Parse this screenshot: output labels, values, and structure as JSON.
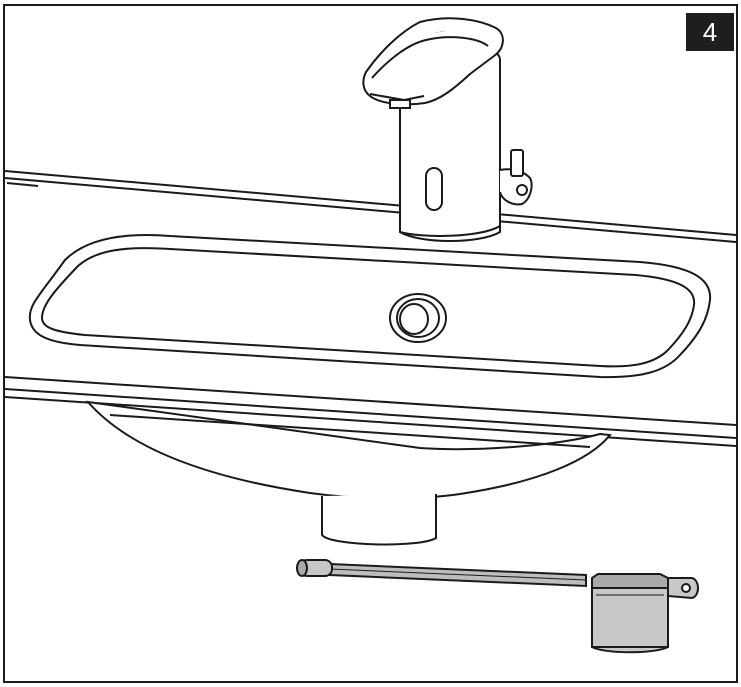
{
  "step": {
    "number": "4"
  },
  "colors": {
    "line": "#1a1a1a",
    "filter_body": "#c8c8c8",
    "filter_shadow": "#a9a9a9",
    "badge_background": "#1e1e1e",
    "badge_text": "#ffffff"
  },
  "parts": {
    "faucet": "sensor-faucet",
    "sink": "undermount-washbasin",
    "filter": "strainer-filter"
  }
}
